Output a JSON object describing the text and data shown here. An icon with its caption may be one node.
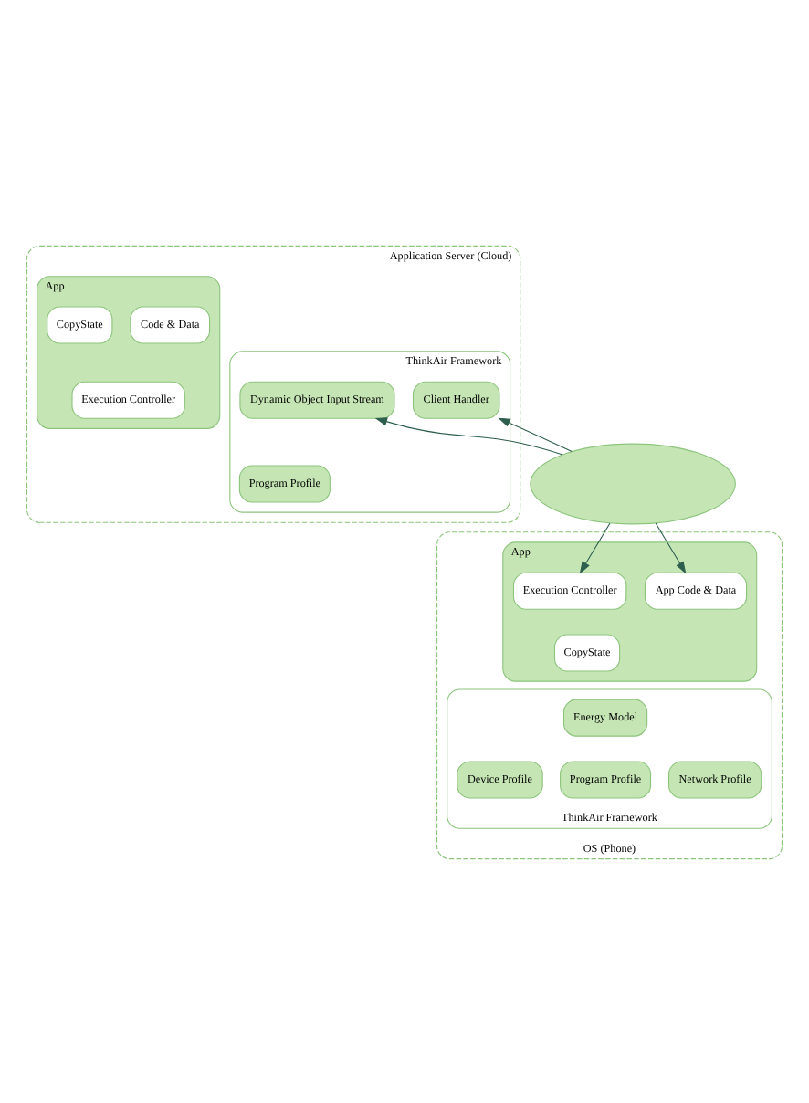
{
  "diagram": {
    "nodes": [
      {
        "text": [
          "Application Server (Cloud)"
        ]
      },
      {
        "text": [
          "App"
        ],
        "in": 0
      },
      {
        "text": [
          "CopyState"
        ],
        "in": 1
      },
      {
        "text": [
          "Execution Controller"
        ],
        "in": 1
      },
      {
        "text": [
          "Code & Data"
        ],
        "in": 1
      },
      {
        "text": [
          "ThinkAir Framework"
        ],
        "in": 0
      },
      {
        "text": [
          "Program Profile"
        ],
        "in": 5
      },
      {
        "text": [
          "Client Handler"
        ],
        "in": 5
      },
      {
        "text": [
          "Dynamic Object Input Stream"
        ],
        "in": 5
      },
      {
        "text": [],
        "shape": "cloud"
      },
      {
        "text": [
          "OS (Phone)"
        ]
      },
      {
        "text": [
          "App"
        ],
        "in": 10
      },
      {
        "text": [
          "Execution Controller"
        ],
        "in": 11
      },
      {
        "text": [
          "CopyState"
        ],
        "in": 11
      },
      {
        "text": [
          "App Code & Data"
        ],
        "in": 11
      },
      {
        "text": [
          "ThinkAir Framework"
        ],
        "in": 10
      },
      {
        "text": [
          "Energy Model"
        ],
        "in": 15
      },
      {
        "text": [
          "Device Profile"
        ],
        "in": 15
      },
      {
        "text": [
          "Program Profile"
        ],
        "in": 15
      },
      {
        "text": [
          "Network Profile"
        ],
        "in": 15
      }
    ],
    "edges": [
      {
        "from": 9,
        "to": 7,
        "arrow": "to"
      },
      {
        "from": 9,
        "to": 8,
        "arrow": "to"
      },
      {
        "from": 9,
        "to": 12,
        "arrow": "to"
      },
      {
        "from": 9,
        "to": 14,
        "arrow": "to"
      }
    ]
  }
}
